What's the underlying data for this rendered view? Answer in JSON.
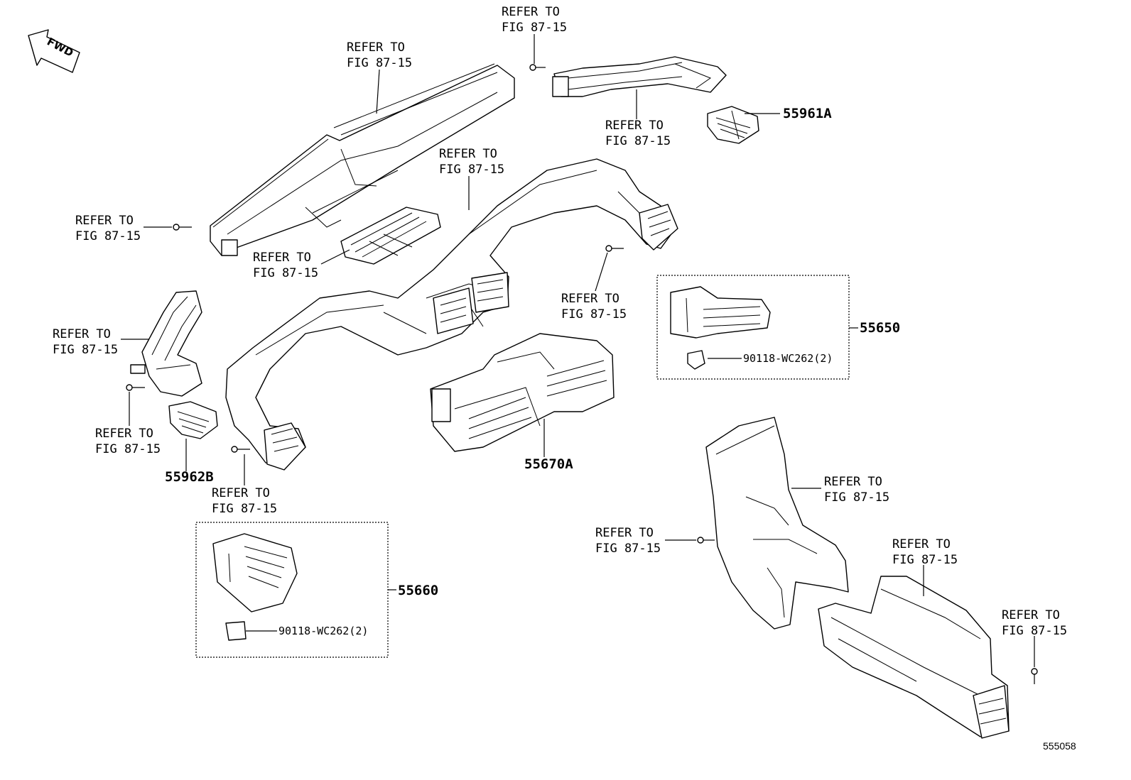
{
  "fwd_label": "FWD",
  "refer": {
    "line1": "REFER TO",
    "line2": "FIG 87-15"
  },
  "parts": {
    "p55961A": "55961A",
    "p55650": "55650",
    "p55670A": "55670A",
    "p55962B": "55962B",
    "p55660": "55660",
    "clip_a": "90118-WC262(2)",
    "clip_b": "90118-WC262(2)"
  },
  "figure_id": "555058"
}
